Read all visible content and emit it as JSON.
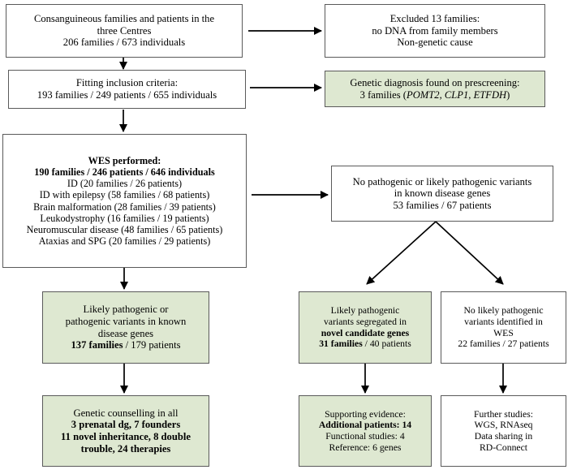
{
  "diagram": {
    "title": "Consanguineous families WES diagnostic flowchart",
    "colors": {
      "green_fill": "#dee8d1",
      "white_fill": "#ffffff",
      "border": "#5a5a5a",
      "arrow": "#000000"
    }
  },
  "nodes": {
    "cohort": {
      "name": "cohort-box",
      "fill": "white",
      "lines": [
        "Consanguineous families and  patients in the",
        "three Centres",
        "206 families /  673 individuals"
      ]
    },
    "excluded": {
      "name": "excluded-box",
      "fill": "white",
      "lines": [
        "Excluded 13 families:",
        "no DNA from family members",
        "Non-genetic cause"
      ]
    },
    "inclusion": {
      "name": "inclusion-criteria-box",
      "fill": "white",
      "lines": [
        "Fitting inclusion criteria:",
        "193 families / 249 patients / 655 individuals"
      ]
    },
    "prescreening": {
      "name": "prescreening-diagnosis-box",
      "fill": "green",
      "line1": "Genetic diagnosis found on prescreening:",
      "line2_pre": "3 families (",
      "line2_genes": "POMT2, CLP1, ETFDH",
      "line2_post": ")"
    },
    "wes": {
      "name": "wes-performed-box",
      "fill": "white",
      "heading": "WES performed:",
      "totals": "190 families / 246 patients / 646 individuals",
      "categories": [
        "ID (20 families  / 26 patients)",
        "ID with epilepsy (58 families / 68 patients)",
        "Brain malformation (28 families / 39 patients)",
        "Leukodystrophy (16 families / 19 patients)",
        "Neuromuscular disease (48 families / 65 patients)",
        "Ataxias and  SPG (20 families / 29 patients)"
      ]
    },
    "no_pathogenic": {
      "name": "no-pathogenic-variants-box",
      "fill": "white",
      "lines": [
        "No pathogenic or likely pathogenic variants",
        "in known disease genes",
        "53 families / 67 patients"
      ]
    },
    "solved": {
      "name": "solved-known-genes-box",
      "fill": "green",
      "line1": "Likely pathogenic or",
      "line2": "pathogenic variants in known",
      "line3": "disease genes",
      "line4_bold": "137 families",
      "line4_rest": " / 179 patients"
    },
    "novel": {
      "name": "novel-candidate-genes-box",
      "fill": "green",
      "line1": "Likely pathogenic",
      "line2": "variants segregated in",
      "line3_bold": "novel candidate genes",
      "line4_bold": "31 families",
      "line4_rest": " / 40 patients"
    },
    "unsolved": {
      "name": "unsolved-wes-box",
      "fill": "white",
      "lines": [
        "No likely pathogenic",
        "variants identified in",
        "WES",
        "22 families / 27 patients"
      ]
    },
    "counselling": {
      "name": "genetic-counselling-box",
      "fill": "green",
      "line1": "Genetic counselling in all",
      "line2_bold": "3 prenatal dg, 7 founders",
      "line3_bold": "11 novel inheritance, 8 double",
      "line4_bold": "trouble, 24 therapies"
    },
    "supporting": {
      "name": "supporting-evidence-box",
      "fill": "green",
      "line1": "Supporting evidence:",
      "line2_bold": "Additional patients: 14",
      "line3": "Functional studies: 4",
      "line4": "Reference: 6 genes"
    },
    "further": {
      "name": "further-studies-box",
      "fill": "white",
      "lines": [
        "Further studies:",
        "WGS, RNAseq",
        "Data sharing in",
        "RD-Connect"
      ]
    }
  },
  "arrows": [
    {
      "name": "arrow-cohort-to-excluded",
      "from": "cohort",
      "to": "excluded",
      "direction": "right"
    },
    {
      "name": "arrow-cohort-to-inclusion",
      "from": "cohort",
      "to": "inclusion",
      "direction": "down"
    },
    {
      "name": "arrow-inclusion-to-prescreening",
      "from": "inclusion",
      "to": "prescreening",
      "direction": "right"
    },
    {
      "name": "arrow-inclusion-to-wes",
      "from": "inclusion",
      "to": "wes",
      "direction": "down"
    },
    {
      "name": "arrow-wes-to-no-pathogenic",
      "from": "wes",
      "to": "no_pathogenic",
      "direction": "right"
    },
    {
      "name": "arrow-wes-to-solved",
      "from": "wes",
      "to": "solved",
      "direction": "down"
    },
    {
      "name": "arrow-no-pathogenic-to-novel",
      "from": "no_pathogenic",
      "to": "novel",
      "direction": "down-left"
    },
    {
      "name": "arrow-no-pathogenic-to-unsolved",
      "from": "no_pathogenic",
      "to": "unsolved",
      "direction": "down-right"
    },
    {
      "name": "arrow-solved-to-counselling",
      "from": "solved",
      "to": "counselling",
      "direction": "down"
    },
    {
      "name": "arrow-novel-to-supporting",
      "from": "novel",
      "to": "supporting",
      "direction": "down"
    },
    {
      "name": "arrow-unsolved-to-further",
      "from": "unsolved",
      "to": "further",
      "direction": "down"
    }
  ]
}
